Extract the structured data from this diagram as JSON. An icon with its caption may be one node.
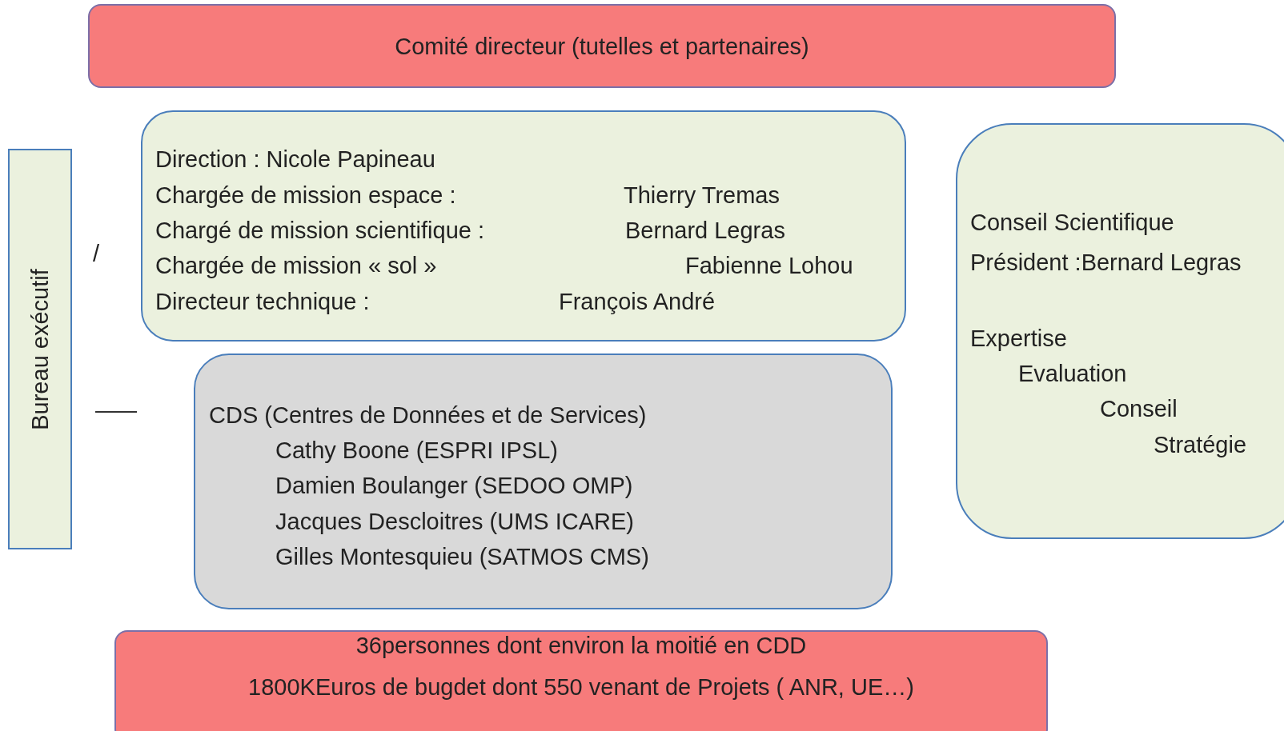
{
  "diagram": {
    "nodes": [
      {
        "text": [
          "Comité directeur (tutelles et partenaires)"
        ]
      },
      {
        "text": [
          "Direction : Nicole Papineau",
          "Chargée de mission espace :",
          "Thierry Tremas",
          "Chargé de mission scientifique :",
          "Bernard Legras",
          "Chargée de mission « sol »",
          "Fabienne Lohou",
          "Directeur technique :",
          "François André"
        ]
      },
      {
        "text": [
          "Bureau exécutif"
        ]
      },
      {
        "text": [
          "CDS (Centres de Données et de Services)",
          "Cathy Boone (ESPRI IPSL)",
          "Damien Boulanger (SEDOO OMP)",
          "Jacques Descloitres (UMS ICARE)",
          "Gilles Montesquieu (SATMOS CMS)"
        ]
      },
      {
        "text": [
          "Conseil Scientifique",
          "Président :Bernard Legras",
          "Expertise",
          "Evaluation",
          "Conseil",
          "Stratégie"
        ]
      },
      {
        "text": [
          "36personnes dont environ la moitié en CDD",
          "1800KEuros de bugdet dont 550 venant de Projets ( ANR, UE…)"
        ]
      }
    ],
    "labels": [
      "/"
    ]
  }
}
